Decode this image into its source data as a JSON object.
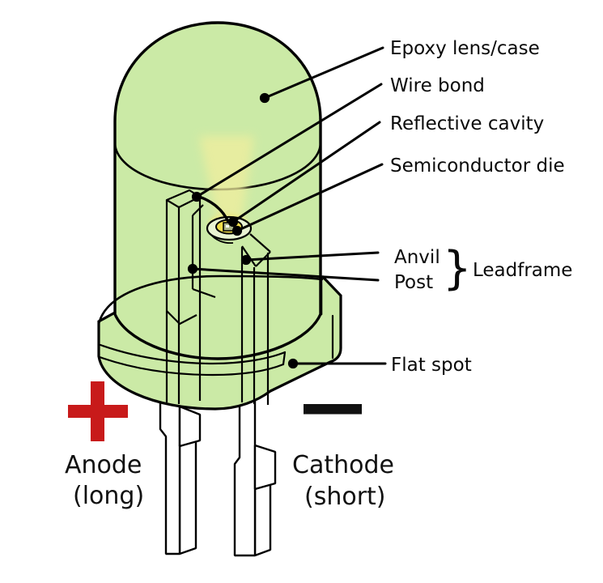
{
  "labels": {
    "epoxy": "Epoxy lens/case",
    "wire_bond": "Wire bond",
    "reflective_cavity": "Reflective cavity",
    "semiconductor_die": "Semiconductor die",
    "anvil": "Anvil",
    "post": "Post",
    "brace": "}",
    "leadframe": "Leadframe",
    "flat_spot": "Flat spot"
  },
  "terminals": {
    "anode": {
      "symbol": "+",
      "name": "Anode",
      "note": "(long)",
      "color": "#c81a1a"
    },
    "cathode": {
      "symbol": "−",
      "name": "Cathode",
      "note": "(short)",
      "color": "#111111"
    }
  },
  "colors": {
    "epoxy_body": "#cbeaa6",
    "outline": "#000000",
    "cavity": "#eedd4a",
    "glow": "#f1ee9e",
    "lead_fill": "#ffffff",
    "background": "#ffffff"
  }
}
